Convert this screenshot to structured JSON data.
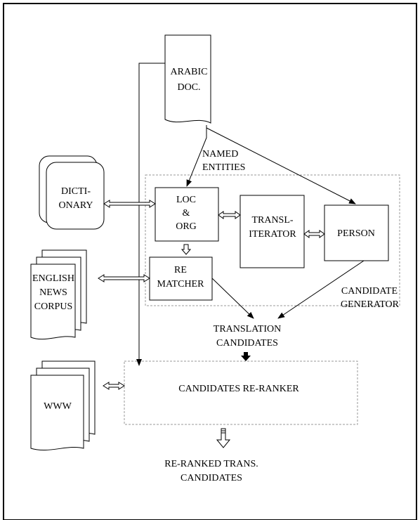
{
  "nodes": {
    "arabic_doc": [
      "ARABIC",
      "DOC."
    ],
    "dictionary": [
      "DICTI-",
      "ONARY"
    ],
    "english_news_corpus": [
      "ENGLISH",
      "NEWS",
      "CORPUS"
    ],
    "www": "WWW",
    "loc_org": [
      "LOC",
      "&",
      "ORG"
    ],
    "transliterator": [
      "TRANSL-",
      "ITERATOR"
    ],
    "person": "PERSON",
    "rematcher": [
      "RE",
      "MATCHER"
    ],
    "candidates_reranker": "CANDIDATES RE-RANKER"
  },
  "labels": {
    "named_entities": [
      "NAMED",
      "ENTITIES"
    ],
    "candidate_generator": [
      "CANDIDATE",
      "GENERATOR"
    ],
    "translation_candidates": [
      "TRANSLATION",
      "CANDIDATES"
    ],
    "reranked_candidates": [
      "RE-RANKED TRANS.",
      "CANDIDATES"
    ]
  }
}
